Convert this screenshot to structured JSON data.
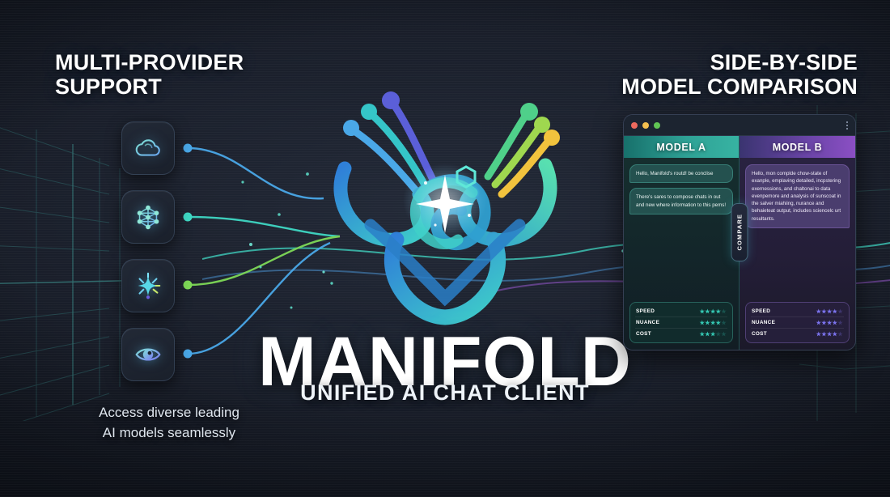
{
  "headings": {
    "left_line1": "MULTI-PROVIDER",
    "left_line2": "SUPPORT",
    "right_line1": "SIDE-BY-SIDE",
    "right_line2": "MODEL COMPARISON"
  },
  "brand": {
    "wordmark": "MANIFOLD",
    "tagline": "UNIFIED AI CHAT CLIENT"
  },
  "subcaption": {
    "line1": "Access diverse leading",
    "line2": "AI models seamlessly"
  },
  "provider_icons": [
    {
      "name": "cloud-icon",
      "label": "Cloud provider"
    },
    {
      "name": "neural-network-icon",
      "label": "Neural network provider"
    },
    {
      "name": "sparkle-icon",
      "label": "Sparkle provider"
    },
    {
      "name": "eye-icon",
      "label": "Vision provider"
    }
  ],
  "panel": {
    "window_dots": [
      "#ec6a5e",
      "#f3bf4f",
      "#61c554"
    ],
    "menu_icon": "kebab-menu-icon",
    "compare_label": "COMPARE",
    "columns": [
      {
        "id": "model-a",
        "title": "MODEL A",
        "accent": "#35c9b4",
        "bubbles": [
          "Hello, Manifold's routd! be conclise",
          "There's sares to compose chats in out and new where information to this pems!"
        ],
        "metrics": [
          {
            "label": "SPEED",
            "rating": 4,
            "max": 5
          },
          {
            "label": "NUANCE",
            "rating": 4,
            "max": 5
          },
          {
            "label": "COST",
            "rating": 3,
            "max": 5
          }
        ]
      },
      {
        "id": "model-b",
        "title": "MODEL B",
        "accent": "#7c74ef",
        "bubbles": [
          "Hello, mon complde chow-state of exanple, emplaving detailed, incpstering exernessions, and chaltonai to data evenpemore and analysis of sunscoat in the salver miahiing, nurance and behaieteat output, includes sciencelc urt resultants."
        ],
        "metrics": [
          {
            "label": "SPEED",
            "rating": 4,
            "max": 5
          },
          {
            "label": "NUANCE",
            "rating": 4,
            "max": 5
          },
          {
            "label": "COST",
            "rating": 4,
            "max": 5
          }
        ]
      }
    ]
  },
  "theme": {
    "background": "#12161f",
    "teal": "#35c9b4",
    "purple": "#8b4fc4",
    "blue": "#4aa8e8",
    "green": "#6fd36f",
    "yellow": "#f2c33d"
  }
}
